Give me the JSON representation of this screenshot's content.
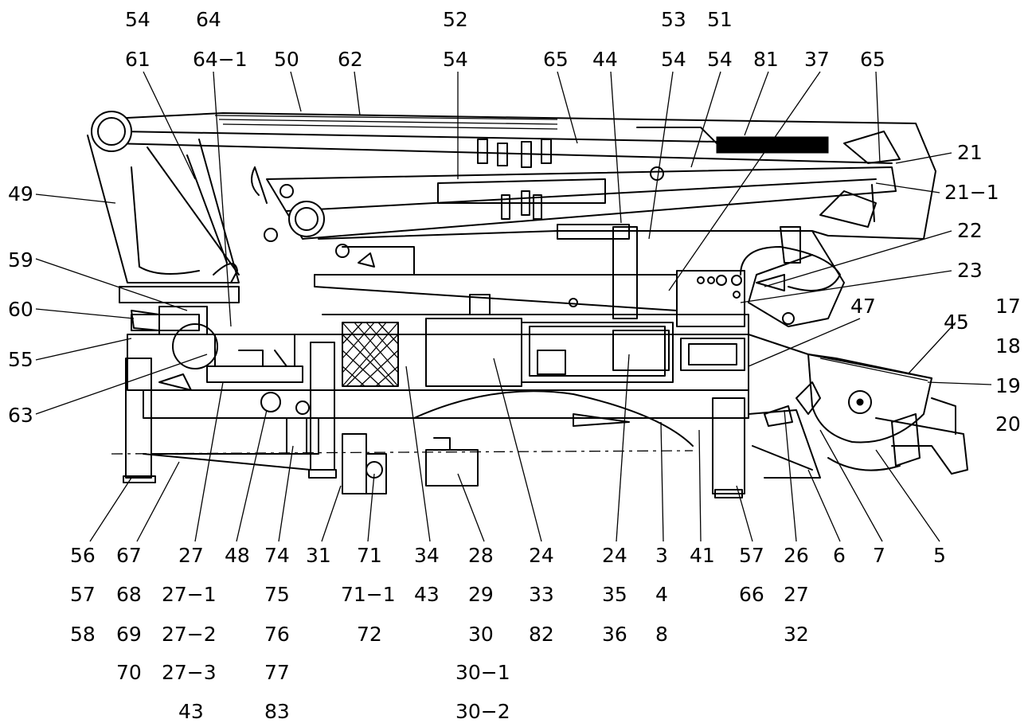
{
  "figure": {
    "labels": {
      "top_row1": [
        "54",
        "64",
        "52",
        "53",
        "51"
      ],
      "top_row2": [
        "61",
        "64−1",
        "50",
        "62",
        "54",
        "65",
        "44",
        "54",
        "54",
        "81",
        "37",
        "65"
      ],
      "right": [
        "21",
        "21−1",
        "22",
        "23",
        "17",
        "45",
        "18",
        "19",
        "20"
      ],
      "left": [
        "49",
        "59",
        "60",
        "55",
        "63"
      ],
      "mid": [
        "47"
      ],
      "bottom_col1": [
        "56",
        "57",
        "58"
      ],
      "bottom_col2": [
        "67",
        "68",
        "69",
        "70"
      ],
      "bottom_col3": [
        "27",
        "27−1",
        "27−2",
        "27−3",
        "43"
      ],
      "bottom_col4": [
        "48"
      ],
      "bottom_col5": [
        "74",
        "75",
        "76",
        "77",
        "83"
      ],
      "bottom_col6": [
        "31"
      ],
      "bottom_col7": [
        "71",
        "71−1",
        "72"
      ],
      "bottom_col8": [
        "34",
        "43"
      ],
      "bottom_col9": [
        "28",
        "29",
        "30",
        "30−1",
        "30−2"
      ],
      "bottom_col10": [
        "24",
        "33",
        "82"
      ],
      "bottom_col11": [
        "24",
        "35",
        "36"
      ],
      "bottom_col12": [
        "3",
        "4",
        "8"
      ],
      "bottom_col13": [
        "41"
      ],
      "bottom_col14": [
        "57",
        "66"
      ],
      "bottom_col15": [
        "26",
        "27",
        "32"
      ],
      "bottom_col16": [
        "6"
      ],
      "bottom_col17": [
        "7"
      ],
      "bottom_col18": [
        "5"
      ]
    }
  }
}
